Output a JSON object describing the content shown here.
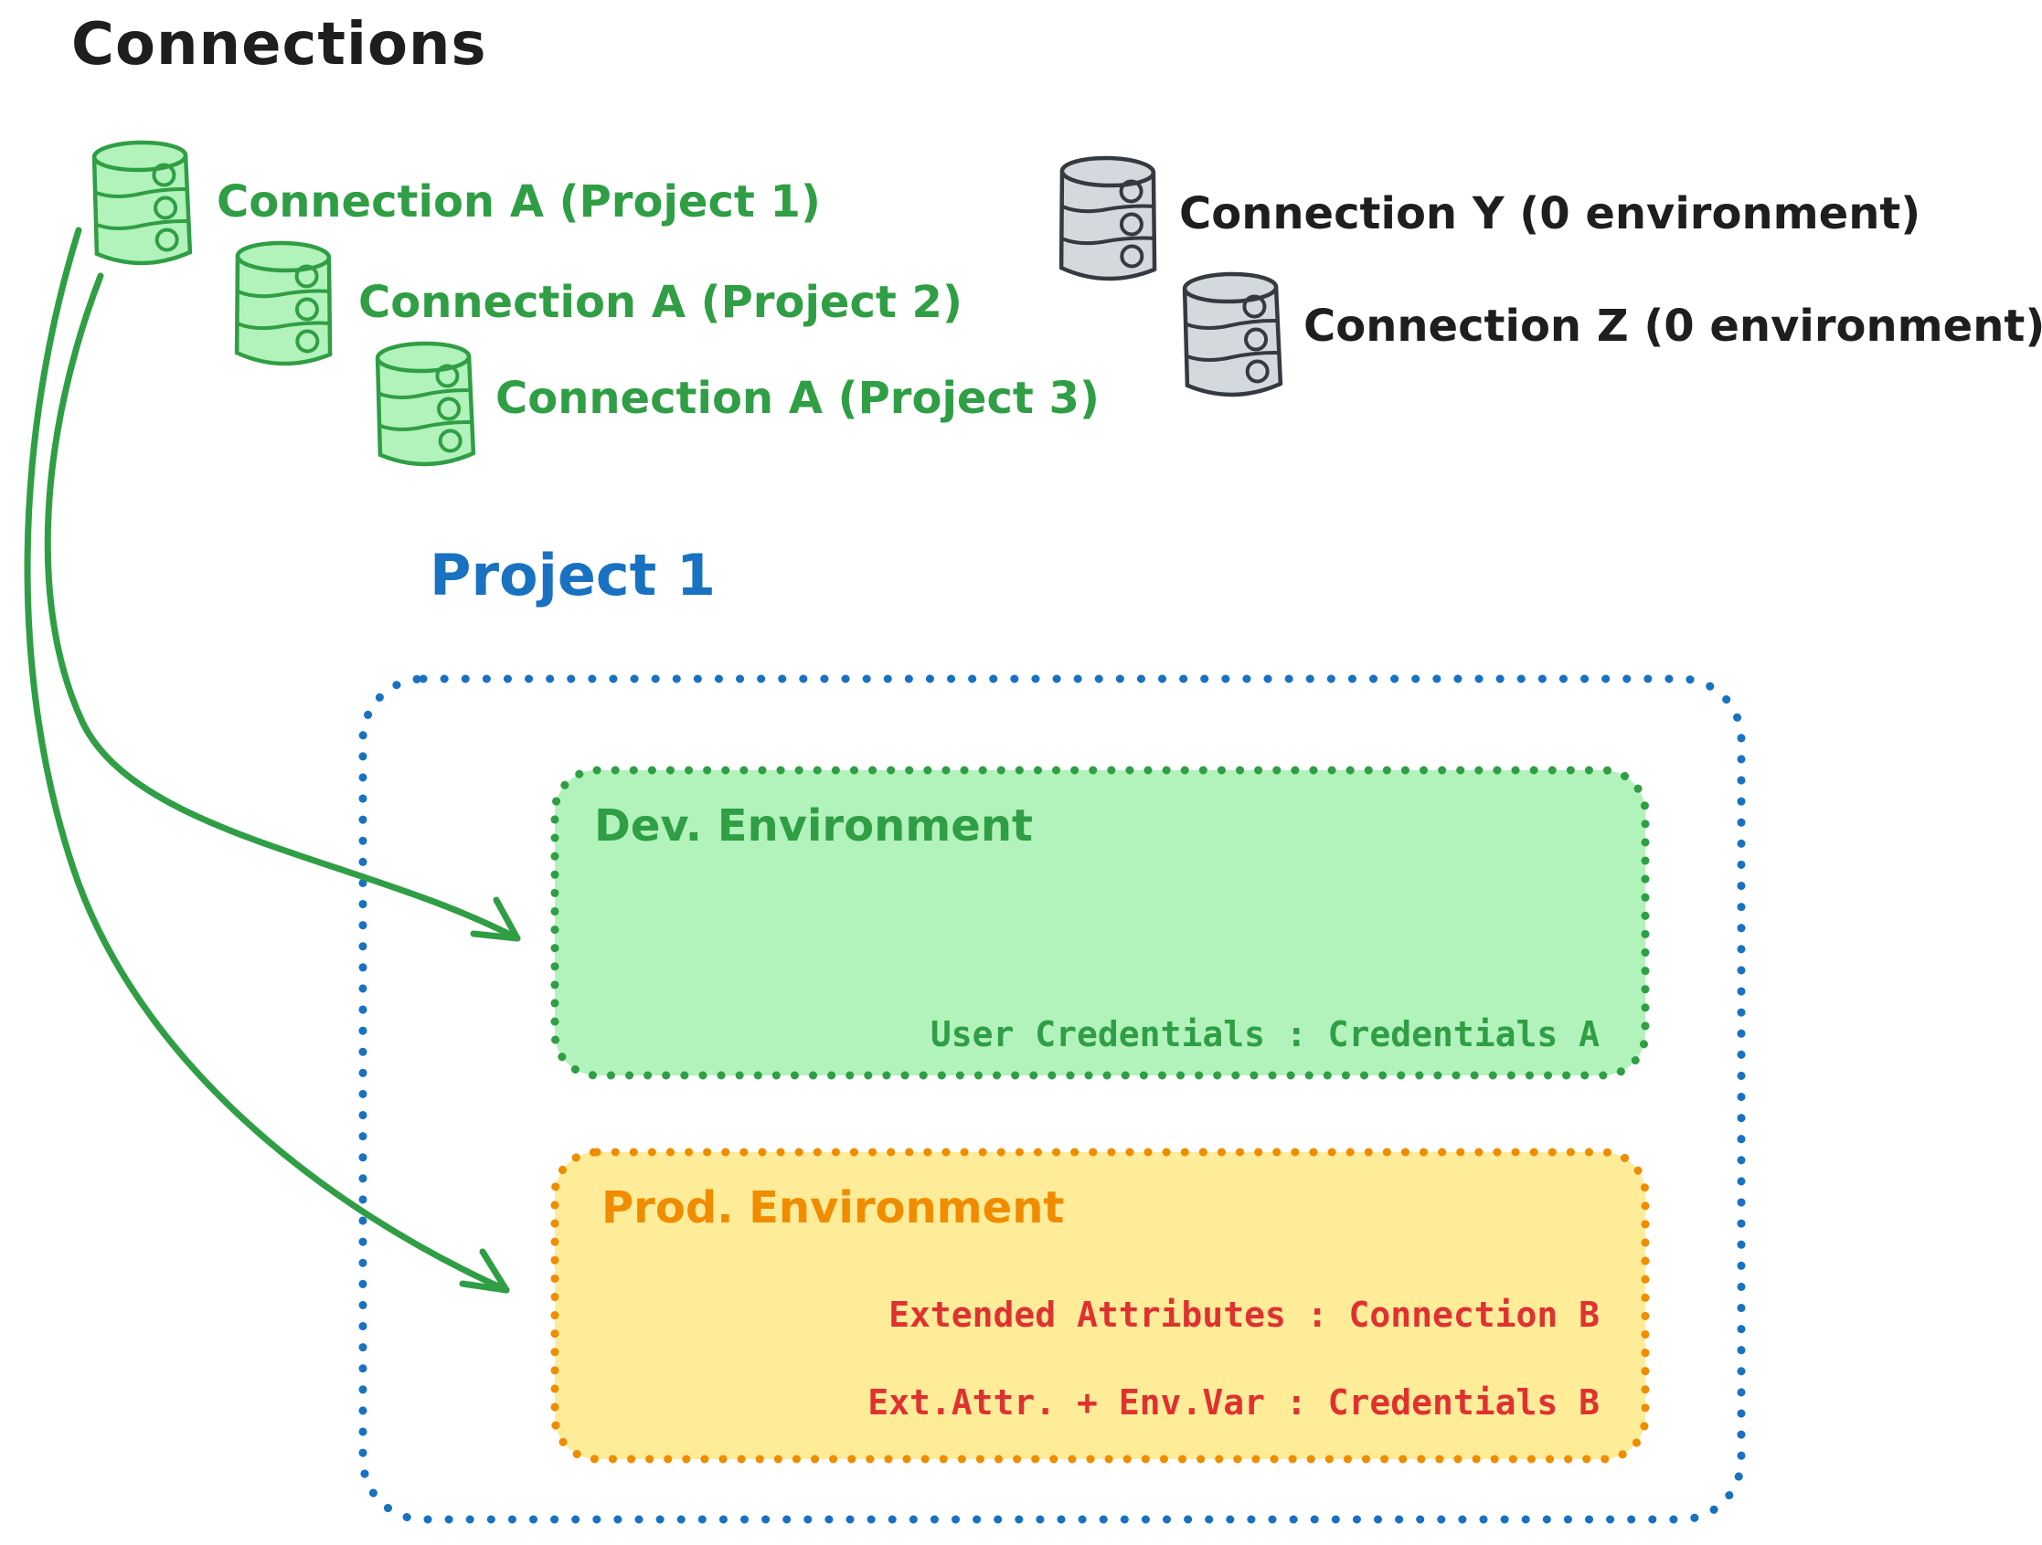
{
  "diagram_title": "Connections",
  "palette": {
    "green_stroke": "#2f9e44",
    "green_fill": "#b2f2bb",
    "gray_stroke": "#343a40",
    "gray_fill": "#d4d9de",
    "black_text": "#1e1e1e",
    "blue": "#1971c2",
    "orange": "#f08c00",
    "yellow_fill": "#ffec99",
    "red": "#e03131"
  },
  "connections": {
    "project_scoped": [
      {
        "label": "Connection A (Project 1)"
      },
      {
        "label": "Connection A (Project 2)"
      },
      {
        "label": "Connection A (Project 3)"
      }
    ],
    "unscoped": [
      {
        "label": "Connection Y (0 environment)"
      },
      {
        "label": "Connection Z (0 environment)"
      }
    ]
  },
  "project": {
    "title": "Project 1",
    "environments": [
      {
        "name": "Dev. Environment",
        "mappings": [
          "User Credentials : Credentials A"
        ]
      },
      {
        "name": "Prod. Environment",
        "mappings": [
          "Extended Attributes : Connection B",
          "Ext.Attr. + Env.Var : Credentials B"
        ]
      }
    ]
  }
}
